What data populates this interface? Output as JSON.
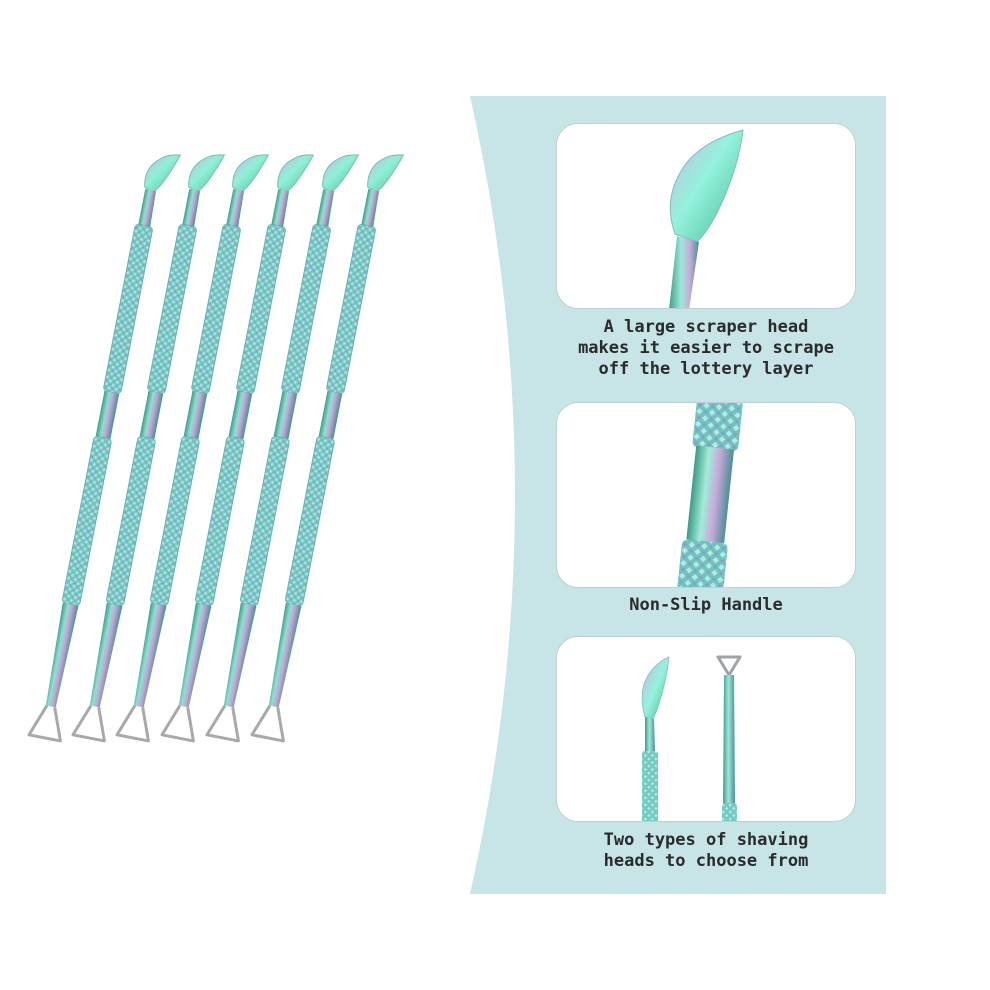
{
  "colors": {
    "panel": "#c7e4e6",
    "card_border": "#bfcfd6",
    "text": "#2b2b2b",
    "tool_teal": "#5fc6bf",
    "tool_violet": "#a89bd0",
    "tool_green": "#4fb38a"
  },
  "product": {
    "tool_count": 6
  },
  "features": [
    {
      "lines": [
        "A large scraper head",
        "makes it easier to scrape",
        "off the lottery layer"
      ]
    },
    {
      "lines": [
        "Non-Slip Handle"
      ]
    },
    {
      "lines": [
        "Two types of shaving",
        "heads to choose from"
      ]
    }
  ]
}
